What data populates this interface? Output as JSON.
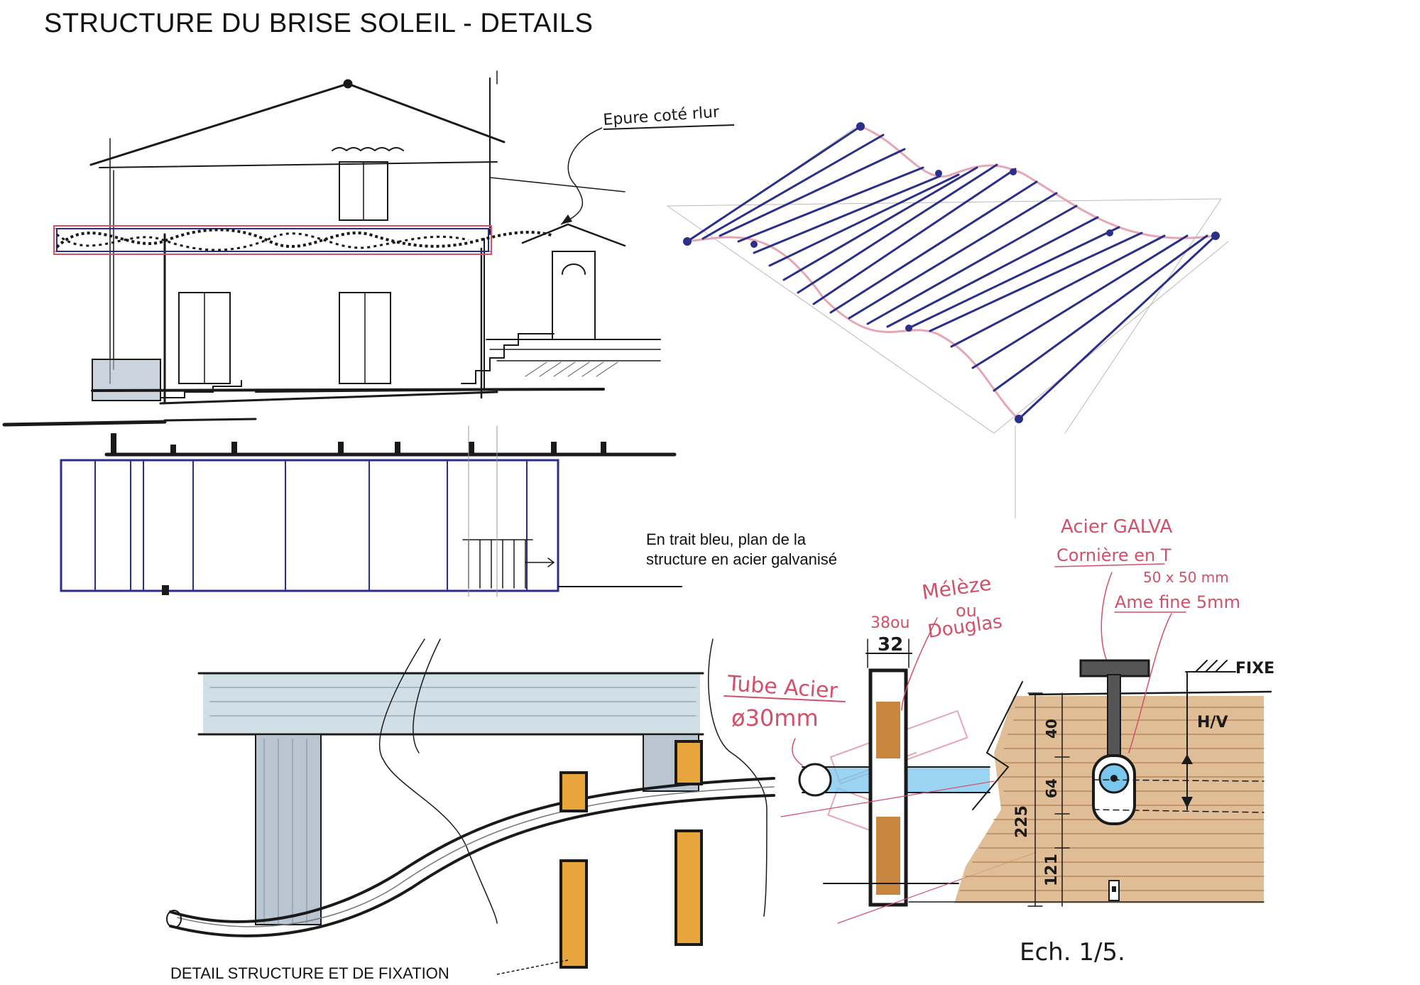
{
  "title": "STRUCTURE DU BRISE SOLEIL - DETAILS",
  "captions": {
    "blue_line_1": "En trait bleu, plan de la",
    "blue_line_2": "structure en acier galvanisé",
    "detail": "DETAIL STRUCTURE  ET DE FIXATION"
  },
  "annotations": {
    "epure": "Epure coté rlur",
    "tube_1": "Tube Acier",
    "tube_2": "ø30mm",
    "wood_1": "Mélèze",
    "wood_2": "ou",
    "wood_3": "Douglas",
    "dim_top": "38ou",
    "dim_32": "32",
    "acier_1": "Acier GALVA",
    "acier_2": "Cornière en T",
    "acier_3": "50 x 50 mm",
    "acier_4": "Ame fine 5mm",
    "fixe": "FIXE",
    "hv": "H/V",
    "dim_40": "40",
    "dim_64": "64",
    "dim_225": "225",
    "dim_121": "121",
    "scale": "Ech. 1/5."
  },
  "colors": {
    "ink": "#1a1a1a",
    "blue": "#2a2f8a",
    "red": "#d2506a",
    "pink": "#e7a6b4",
    "wood": "#d9b184",
    "wood_line": "#b88a5a",
    "orange": "#e8a53c",
    "grey_blue": "#a8b6c6",
    "light_blue": "#bcd0dc",
    "cyan": "#79c6ee"
  }
}
